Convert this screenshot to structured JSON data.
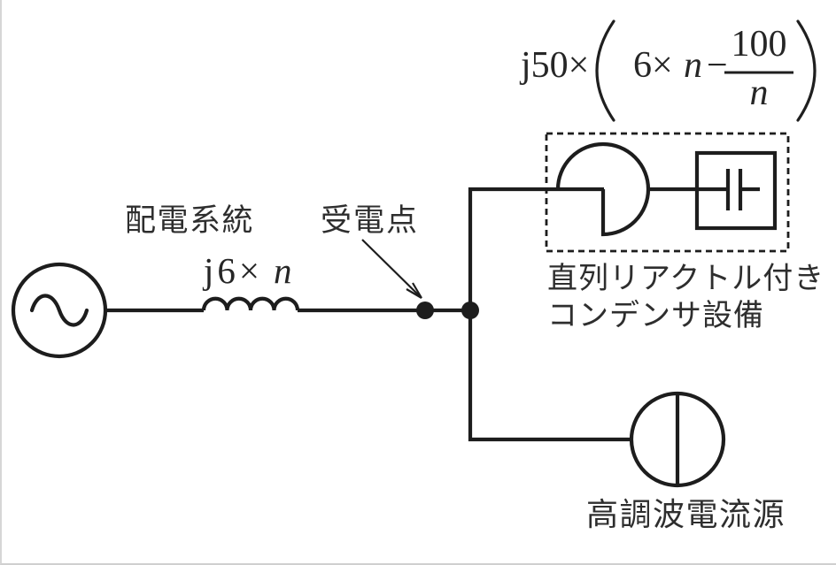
{
  "figure": {
    "formula": {
      "full": "j50×(6×n−100/n)",
      "prefix": "j50×",
      "open_paren": "(",
      "term": "6×",
      "variable": "n",
      "minus": "−",
      "fraction": {
        "numerator": "100",
        "denominator": "n"
      },
      "close_paren": ")"
    },
    "labels": {
      "distribution_system": "配電系統",
      "receiving_point": "受電点",
      "line_impedance": {
        "prefix": "j6×",
        "variable": "n"
      },
      "reactor_capacitor_line1": "直列リアクトル付き",
      "reactor_capacitor_line2": "コンデンサ設備",
      "harmonic_current_source": "高調波電流源"
    },
    "colors": {
      "stroke": "#1d1d1d",
      "text": "#2e2e2e",
      "background": "#ffffff"
    }
  }
}
